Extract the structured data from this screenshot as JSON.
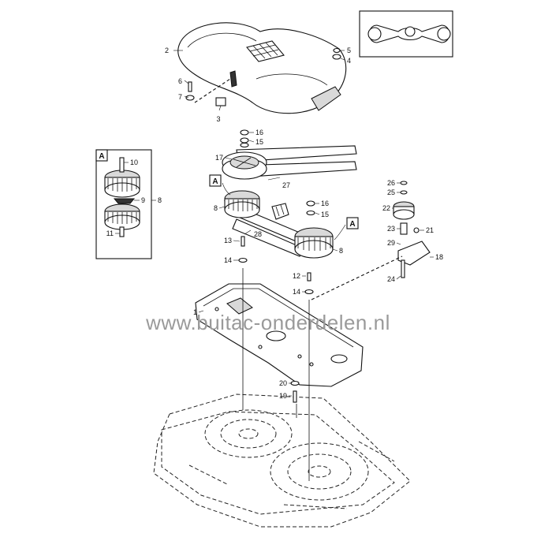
{
  "watermark": "www.buitac-onderdelen.nl",
  "callouts": {
    "c1": "1",
    "c2": "2",
    "c3": "3",
    "c4": "4",
    "c5": "5",
    "c6": "6",
    "c7": "7",
    "c8a": "8",
    "c8b": "8",
    "c8c": "8",
    "c9": "9",
    "c10": "10",
    "c11": "11",
    "c12": "12",
    "c13": "13",
    "c14a": "14",
    "c14b": "14",
    "c15": "15",
    "c16a": "16",
    "c16b": "16",
    "c17": "17",
    "c18": "18",
    "c19": "19",
    "c20": "20",
    "c21": "21",
    "c22": "22",
    "c23": "23",
    "c24": "24",
    "c25": "25",
    "c26": "26",
    "c27": "27",
    "c28": "28",
    "c29": "29"
  },
  "detail_tags": {
    "tag1": "A",
    "tag2": "A",
    "tag3": "A"
  }
}
